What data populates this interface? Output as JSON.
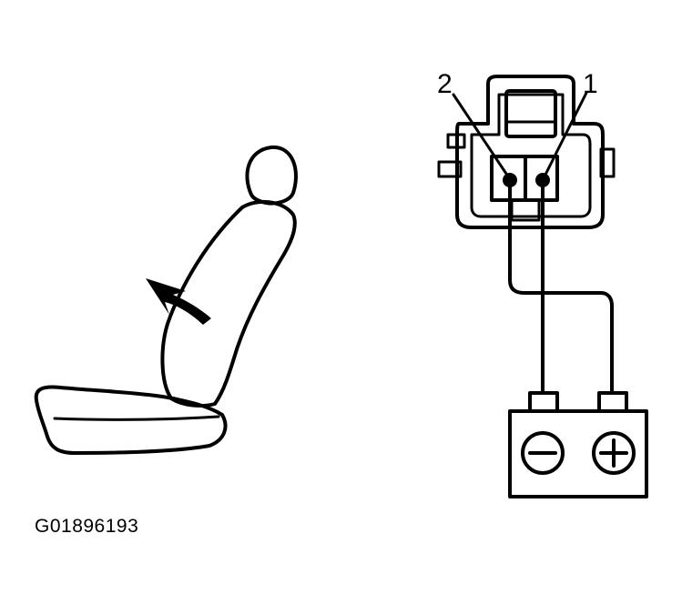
{
  "figure": {
    "id_label": "G01896193"
  },
  "connector": {
    "terminals": [
      {
        "label": "2"
      },
      {
        "label": "1"
      }
    ]
  },
  "battery": {
    "negative_symbol": "minus",
    "positive_symbol": "plus"
  },
  "colors": {
    "ink": "#000000",
    "background": "#ffffff"
  }
}
